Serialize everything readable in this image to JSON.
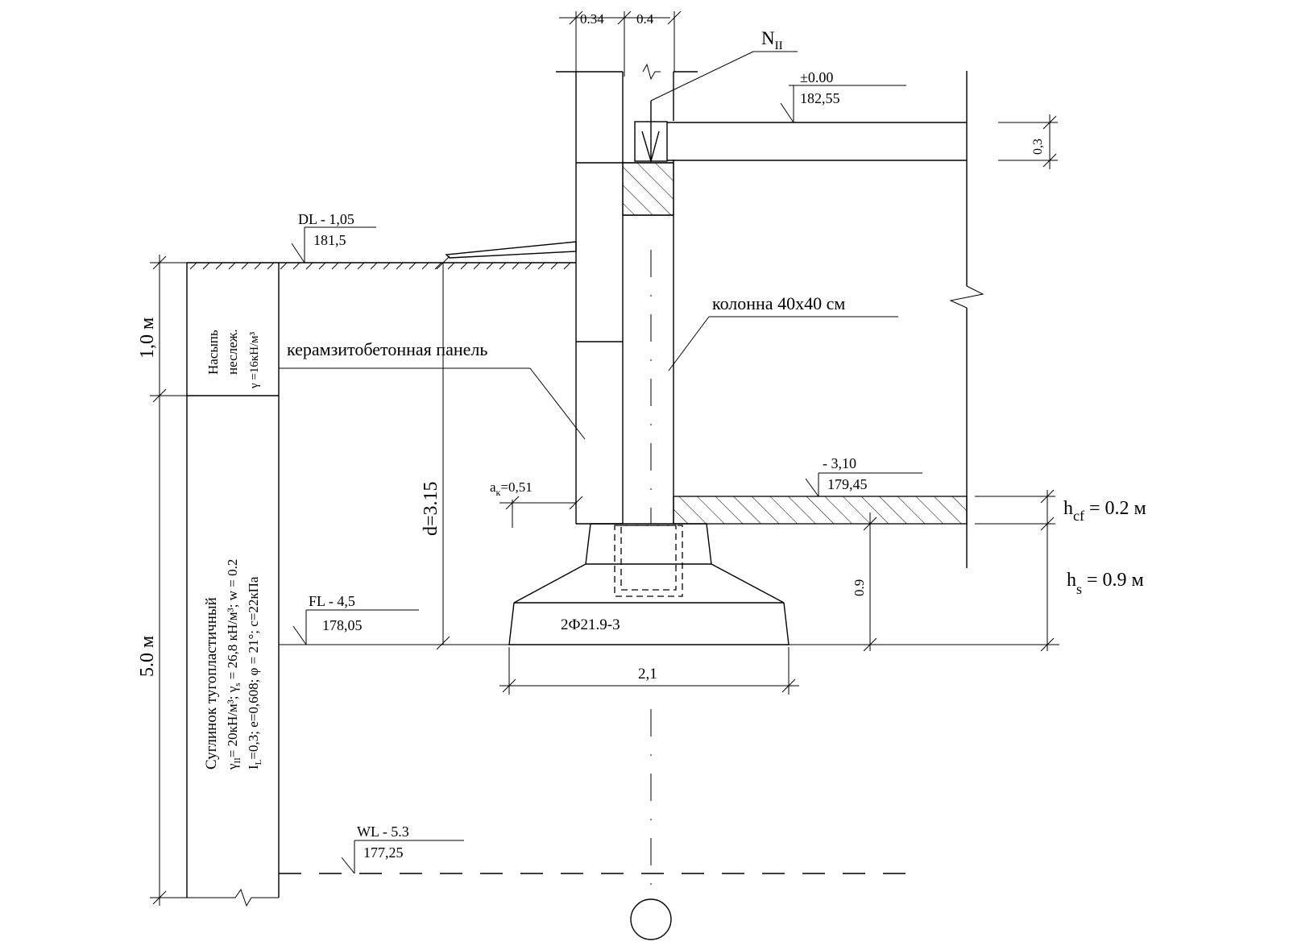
{
  "dims": {
    "wall": "0.34",
    "column": "0.4",
    "slab": "0,3",
    "base_width": "2,1",
    "height_09": "0.9",
    "ak_prefix": "a",
    "ak_sub": "к",
    "ak_value": "=0,51",
    "d": "d=3.15",
    "layer1_thickness": "1,0 м",
    "layer2_thickness": "5.0 м"
  },
  "load": {
    "main": "N",
    "sub": "II"
  },
  "levels": {
    "zero": {
      "label": "±0.00",
      "abs": "182,55"
    },
    "dl": {
      "label": "DL - 1,05",
      "abs": "181,5"
    },
    "floor": {
      "label": "- 3,10",
      "abs": "179,45"
    },
    "fl": {
      "label": "FL - 4,5",
      "abs": "178,05"
    },
    "wl": {
      "label": "WL - 5.3",
      "abs": "177,25"
    }
  },
  "labels": {
    "column": "колонна 40х40 см",
    "panel": "керамзитобетонная панель",
    "foundation": "2Ф21.9-3"
  },
  "soil1": {
    "line1": "Насыпь",
    "line2": "неслеж.",
    "line3": "γ =16кН/м³"
  },
  "soil2": {
    "line1": "Суглинок тугопластичный",
    "line2a": "γ",
    "line2a_sub": "II",
    "line2b": "= 20кН/м³;  γ",
    "line2b_sub": "s",
    "line2c": " = 26,8 кН/м³;  w = 0.2",
    "line3a": "I",
    "line3a_sub": "L",
    "line3b": "=0,3;  e=0,608;   φ = 21°; c=22кПа"
  },
  "thickness": {
    "hcf_main": "h",
    "hcf_sub": "cf",
    "hcf_value": " = 0.2 м",
    "hs_main": "h",
    "hs_sub": "s",
    "hs_value": "  = 0.9 м"
  }
}
